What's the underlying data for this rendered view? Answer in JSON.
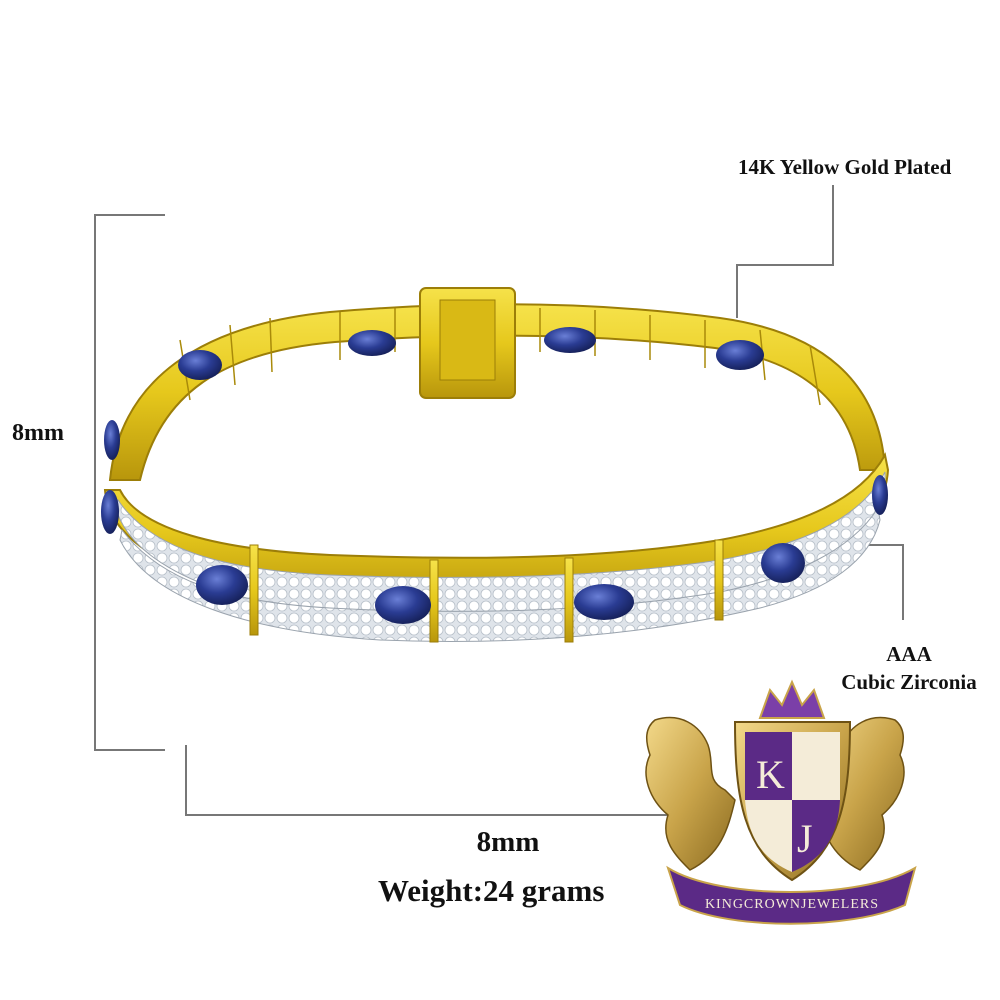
{
  "annotations": {
    "plating": "14K Yellow Gold Plated",
    "stone_line1": "AAA",
    "stone_line2": "Cubic Zirconia",
    "height": "8mm",
    "width": "8mm",
    "weight": "Weight:24 grams"
  },
  "logo": {
    "initials_left": "K",
    "initials_right": "J",
    "banner_text": "KINGCROWNJEWELERS"
  },
  "colors": {
    "gold": "#e6c81c",
    "gold_dark": "#b8960c",
    "sapphire": "#1f2f7a",
    "crystal": "#eef2f6",
    "leader_line": "#777777",
    "logo_purple": "#5b2a86"
  }
}
